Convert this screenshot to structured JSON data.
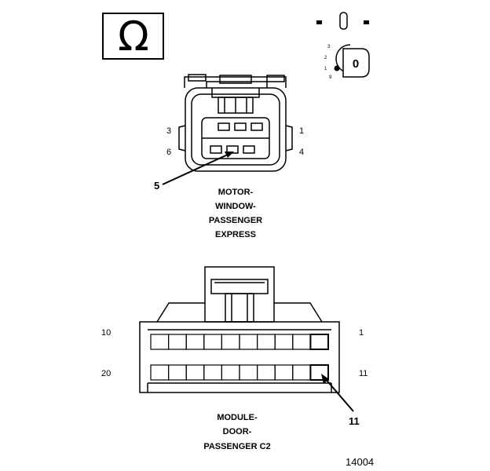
{
  "ohm_symbol": "Ω",
  "key": {
    "center_label": "0",
    "positions": [
      "3",
      "2",
      "1",
      "9"
    ]
  },
  "motor_connector": {
    "pin_labels": [
      "3",
      "1",
      "6",
      "4"
    ],
    "pointer_label": "5",
    "name_lines": [
      "MOTOR-",
      "WINDOW-",
      "PASSENGER",
      "EXPRESS"
    ]
  },
  "module_connector": {
    "pin_labels": [
      "10",
      "1",
      "20",
      "11"
    ],
    "pointer_label": "11",
    "name_lines": [
      "MODULE-",
      "DOOR-",
      "PASSENGER C2"
    ]
  },
  "figure_number": "14004"
}
